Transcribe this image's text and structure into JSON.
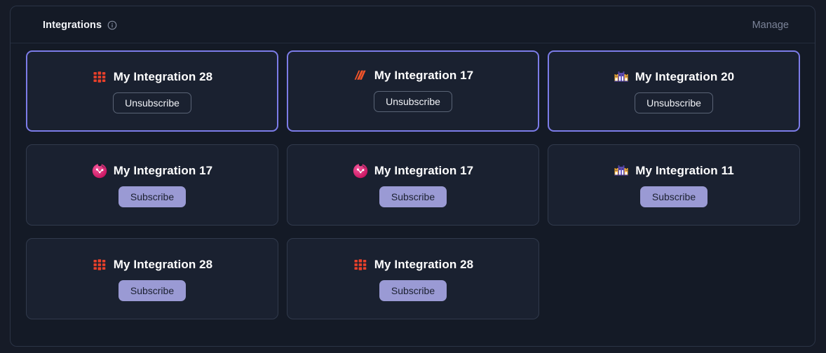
{
  "header": {
    "title": "Integrations",
    "info_icon": "info-circle-icon",
    "manage_label": "Manage"
  },
  "colors": {
    "page_bg": "#161b27",
    "panel_bg": "#141a26",
    "card_bg": "#1a2130",
    "card_border": "#313a4c",
    "selected_border": "#7c7ce8",
    "subscribe_bg": "#9a9ad4",
    "subscribe_text": "#1b2030",
    "unsubscribe_border": "#5a6476",
    "title_text": "#ffffff",
    "manage_text": "#7b8398",
    "icon_grid_red": "#e8402a",
    "icon_slash_orange": "#f2542a",
    "icon_circle_pink": "#e01b6a",
    "icon_emoji_purple": "#4e3f96",
    "icon_emoji_orange": "#f5a623"
  },
  "cards": [
    {
      "icon": "grid-blocks-icon",
      "label": "My Integration 28",
      "button_label": "Unsubscribe",
      "subscribed": true,
      "selected": true
    },
    {
      "icon": "diagonal-slashes-icon",
      "label": "My Integration 17",
      "button_label": "Unsubscribe",
      "subscribed": true,
      "selected": true
    },
    {
      "icon": "cat-emoji-icon",
      "label": "My Integration 20",
      "button_label": "Unsubscribe",
      "subscribed": true,
      "selected": true
    },
    {
      "icon": "pink-circle-icon",
      "label": "My Integration 17",
      "button_label": "Subscribe",
      "subscribed": false,
      "selected": false
    },
    {
      "icon": "pink-circle-icon",
      "label": "My Integration 17",
      "button_label": "Subscribe",
      "subscribed": false,
      "selected": false
    },
    {
      "icon": "cat-emoji-icon",
      "label": "My Integration 11",
      "button_label": "Subscribe",
      "subscribed": false,
      "selected": false
    },
    {
      "icon": "grid-blocks-icon",
      "label": "My Integration 28",
      "button_label": "Subscribe",
      "subscribed": false,
      "selected": false
    },
    {
      "icon": "grid-blocks-icon",
      "label": "My Integration 28",
      "button_label": "Subscribe",
      "subscribed": false,
      "selected": false
    }
  ]
}
